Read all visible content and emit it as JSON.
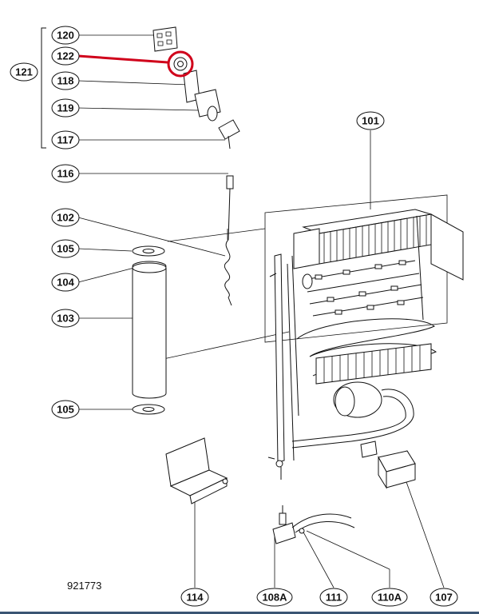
{
  "diagram": {
    "drawing_number": "921773",
    "highlight_color": "#d0021b",
    "callouts": [
      {
        "id": "c120",
        "label": "120"
      },
      {
        "id": "c122",
        "label": "122"
      },
      {
        "id": "c121",
        "label": "121"
      },
      {
        "id": "c118",
        "label": "118"
      },
      {
        "id": "c119",
        "label": "119"
      },
      {
        "id": "c117",
        "label": "117"
      },
      {
        "id": "c116",
        "label": "116"
      },
      {
        "id": "c102",
        "label": "102"
      },
      {
        "id": "c105a",
        "label": "105"
      },
      {
        "id": "c104",
        "label": "104"
      },
      {
        "id": "c103",
        "label": "103"
      },
      {
        "id": "c105b",
        "label": "105"
      },
      {
        "id": "c101",
        "label": "101"
      },
      {
        "id": "c114",
        "label": "114"
      },
      {
        "id": "c108A",
        "label": "108A"
      },
      {
        "id": "c111",
        "label": "111"
      },
      {
        "id": "c110A",
        "label": "110A"
      },
      {
        "id": "c107",
        "label": "107"
      }
    ]
  }
}
